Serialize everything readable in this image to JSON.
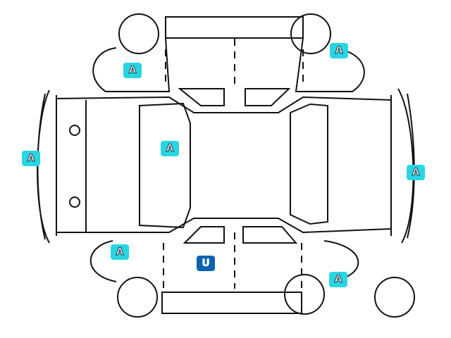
{
  "legend_codes": {
    "A": "A",
    "U": "U"
  },
  "colors": {
    "A": "#27d6e2",
    "U": "#0b63ae",
    "outline": "#111111"
  },
  "markers": [
    {
      "code": "A",
      "location": "front-left-fender"
    },
    {
      "code": "A",
      "location": "front-right-fender"
    },
    {
      "code": "A",
      "location": "windshield"
    },
    {
      "code": "A",
      "location": "front-bumper"
    },
    {
      "code": "A",
      "location": "rear-bumper"
    },
    {
      "code": "A",
      "location": "rear-left-fender"
    },
    {
      "code": "A",
      "location": "rear-right-fender"
    },
    {
      "code": "U",
      "location": "left-front-door"
    }
  ]
}
